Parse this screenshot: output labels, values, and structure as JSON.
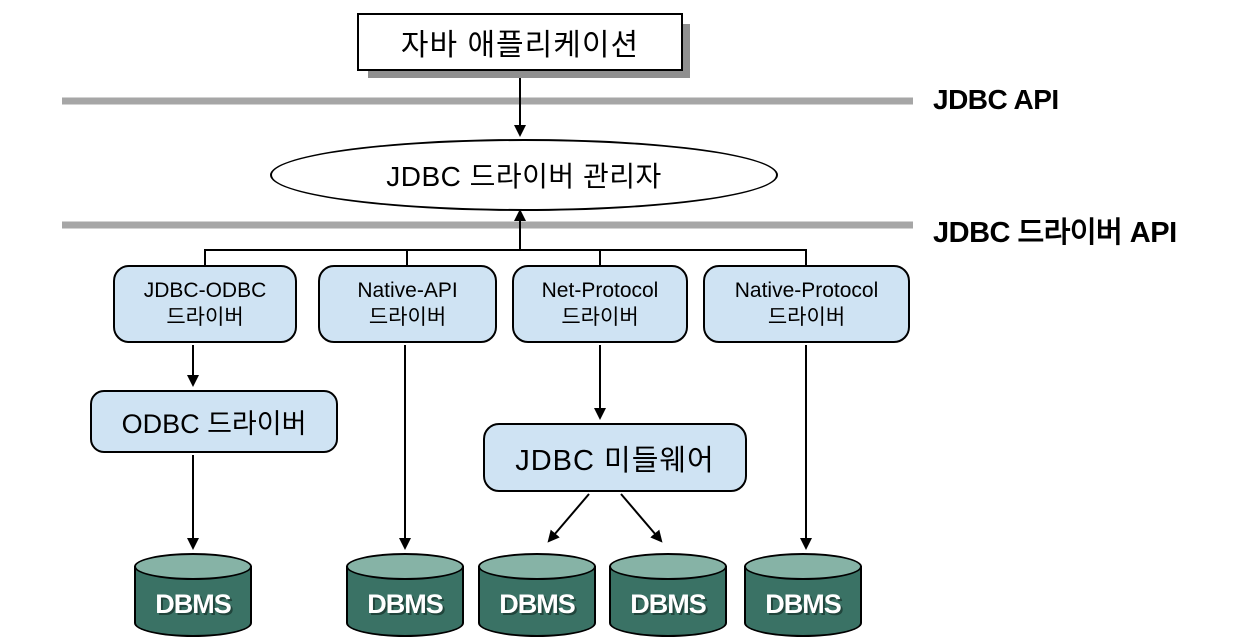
{
  "diagram": {
    "app_box_label": "자바 애플리케이션",
    "driver_manager_label": "JDBC 드라이버 관리자",
    "api_lines": {
      "jdbc_api_label": "JDBC API",
      "jdbc_driver_api_label": "JDBC 드라이버 API"
    },
    "driver_boxes": [
      {
        "line1": "JDBC-ODBC",
        "line2": "드라이버"
      },
      {
        "line1": "Native-API",
        "line2": "드라이버"
      },
      {
        "line1": "Net-Protocol",
        "line2": "드라이버"
      },
      {
        "line1": "Native-Protocol",
        "line2": "드라이버"
      }
    ],
    "odbc_driver_label": "ODBC 드라이버",
    "middleware_label": "JDBC 미들웨어",
    "dbms_label": "DBMS",
    "colors": {
      "driver_box_fill": "#cfe3f3",
      "cylinder_body": "#3a7265",
      "cylinder_top": "#86b3a6",
      "api_line_gray": "#a6a6a6",
      "box_shadow_gray": "#8f8f8f",
      "outline": "#000000",
      "dbms_text": "#ffffff"
    }
  }
}
